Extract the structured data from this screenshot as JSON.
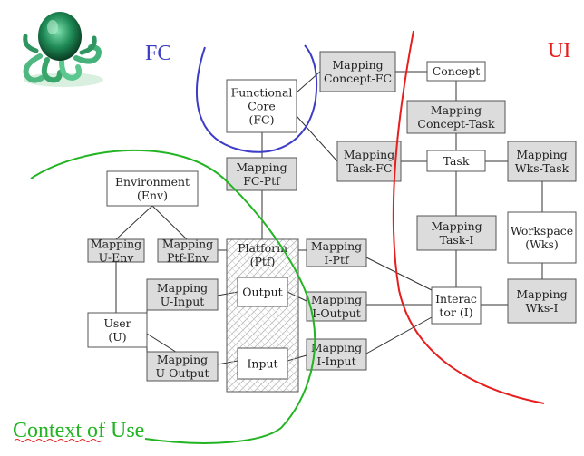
{
  "region_labels": {
    "fc": "FC",
    "ui": "UI",
    "context": "Context of Use"
  },
  "colors": {
    "fc_curve": "#3c3cc8",
    "ui_curve": "#e61e1e",
    "context_curve": "#22b422",
    "gray_box_fill": "#dcdcdc",
    "white_box_fill": "#ffffff",
    "box_stroke": "#555555",
    "connector": "#333333"
  },
  "logo": {
    "icon": "green-octopus-logo-icon"
  },
  "nodes": {
    "functional_core": [
      "Functional",
      "Core",
      "(FC)"
    ],
    "mapping_concept_fc": [
      "Mapping",
      "Concept-FC"
    ],
    "concept": [
      "Concept"
    ],
    "mapping_concept_task": [
      "Mapping",
      "Concept-Task"
    ],
    "mapping_task_fc": [
      "Mapping",
      "Task-FC"
    ],
    "task": [
      "Task"
    ],
    "mapping_wks_task": [
      "Mapping",
      "Wks-Task"
    ],
    "mapping_fc_ptf": [
      "Mapping",
      "FC-Ptf"
    ],
    "environment": [
      "Environment",
      "(Env)"
    ],
    "mapping_task_i": [
      "Mapping",
      "Task-I"
    ],
    "workspace": [
      "Workspace",
      "(Wks)"
    ],
    "mapping_u_env": [
      "Mapping",
      "U-Env"
    ],
    "mapping_ptf_env": [
      "Mapping",
      "Ptf-Env"
    ],
    "platform": [
      "Platform",
      "(Ptf)"
    ],
    "mapping_i_ptf": [
      "Mapping",
      "I-Ptf"
    ],
    "mapping_u_input": [
      "Mapping",
      "U-Input"
    ],
    "output": [
      "Output"
    ],
    "mapping_i_output": [
      "Mapping",
      "I-Output"
    ],
    "interactor": [
      "Interac",
      "tor (I)"
    ],
    "mapping_wks_i": [
      "Mapping",
      "Wks-I"
    ],
    "user": [
      "User",
      "(U)"
    ],
    "mapping_u_output": [
      "Mapping",
      "U-Output"
    ],
    "input": [
      "Input"
    ],
    "mapping_i_input": [
      "Mapping",
      "I-Input"
    ]
  }
}
